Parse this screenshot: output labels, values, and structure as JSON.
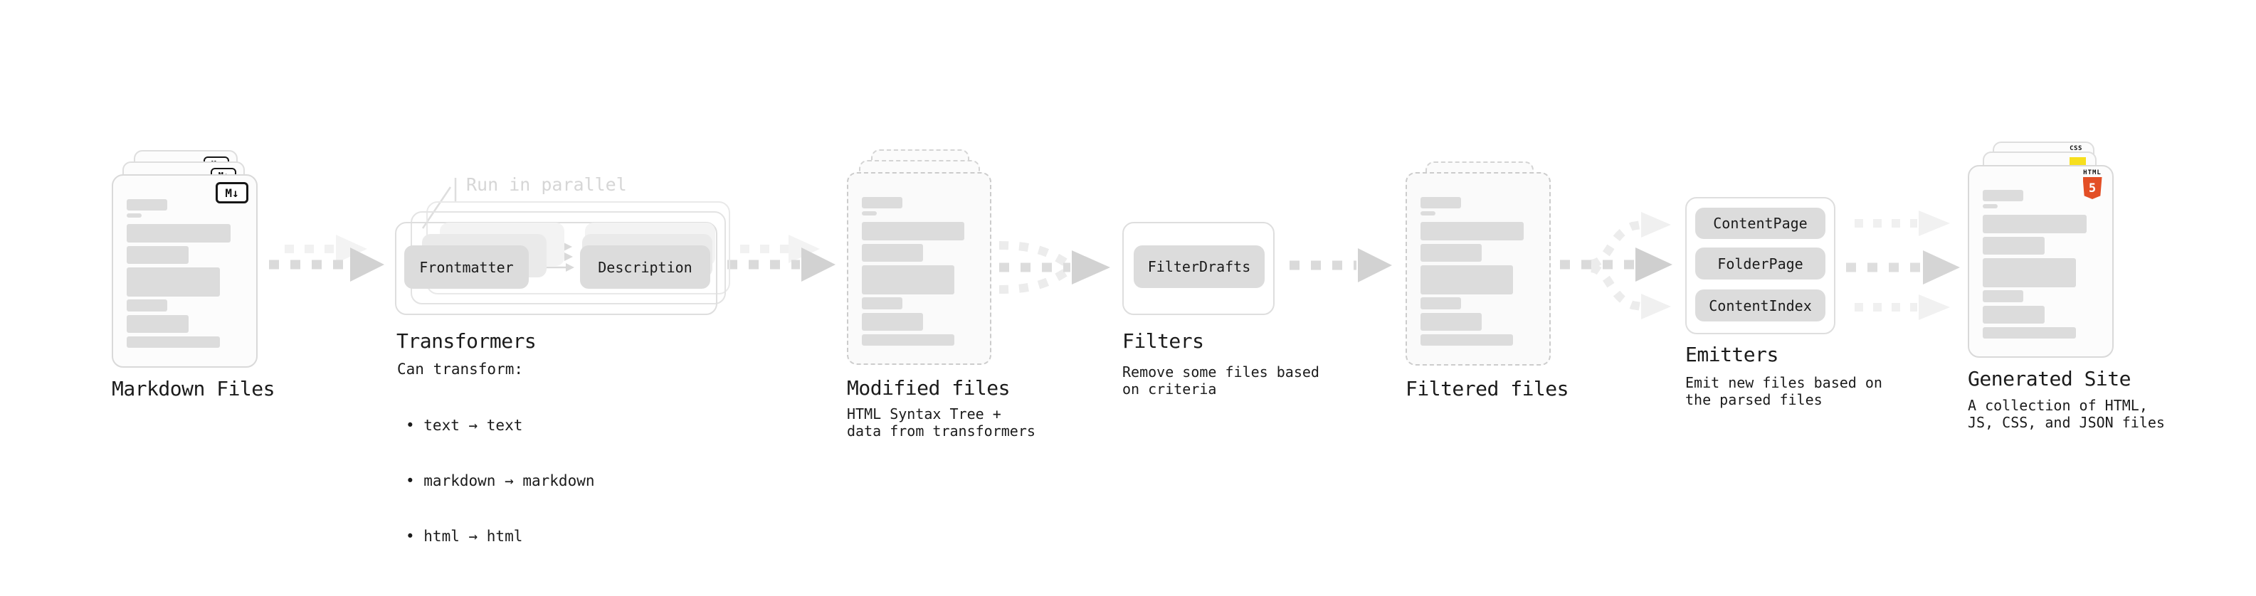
{
  "stages": {
    "markdown": {
      "label": "Markdown Files",
      "badge": "M↓"
    },
    "transformers": {
      "title": "Transformers",
      "note": "Run in parallel",
      "buttons": {
        "left": "Frontmatter",
        "right": "Description"
      },
      "desc_heading": "Can transform:",
      "bullets": {
        "b1": "• text → text",
        "b2": "• markdown → markdown",
        "b3": "• html → html"
      }
    },
    "modified": {
      "label": "Modified files",
      "desc": {
        "line1": "HTML Syntax Tree +",
        "line2": "data from transformers"
      }
    },
    "filters": {
      "title": "Filters",
      "button": "FilterDrafts",
      "desc": {
        "line1": "Remove some files based",
        "line2": "on criteria"
      }
    },
    "filtered": {
      "label": "Filtered files"
    },
    "emitters": {
      "title": "Emitters",
      "buttons": {
        "b1": "ContentPage",
        "b2": "FolderPage",
        "b3": "ContentIndex"
      },
      "desc": {
        "line1": "Emit new files based on",
        "line2": "the parsed files"
      }
    },
    "generated": {
      "label": "Generated Site",
      "desc": {
        "line1": "A collection of HTML,",
        "line2": "JS, CSS, and JSON files"
      },
      "badges": {
        "html_word": "HTML",
        "html_number": "5",
        "css_word": "CSS"
      }
    }
  },
  "colors": {
    "text": "#1b1b1b",
    "bar_gray": "#dcdcdc",
    "arrow_gray": "#d8d8d8",
    "arrow_ghost_gray": "#efefef",
    "html5_orange": "#e34f26",
    "js_yellow": "#f7df1e",
    "css_blue": "#3b73e8"
  }
}
